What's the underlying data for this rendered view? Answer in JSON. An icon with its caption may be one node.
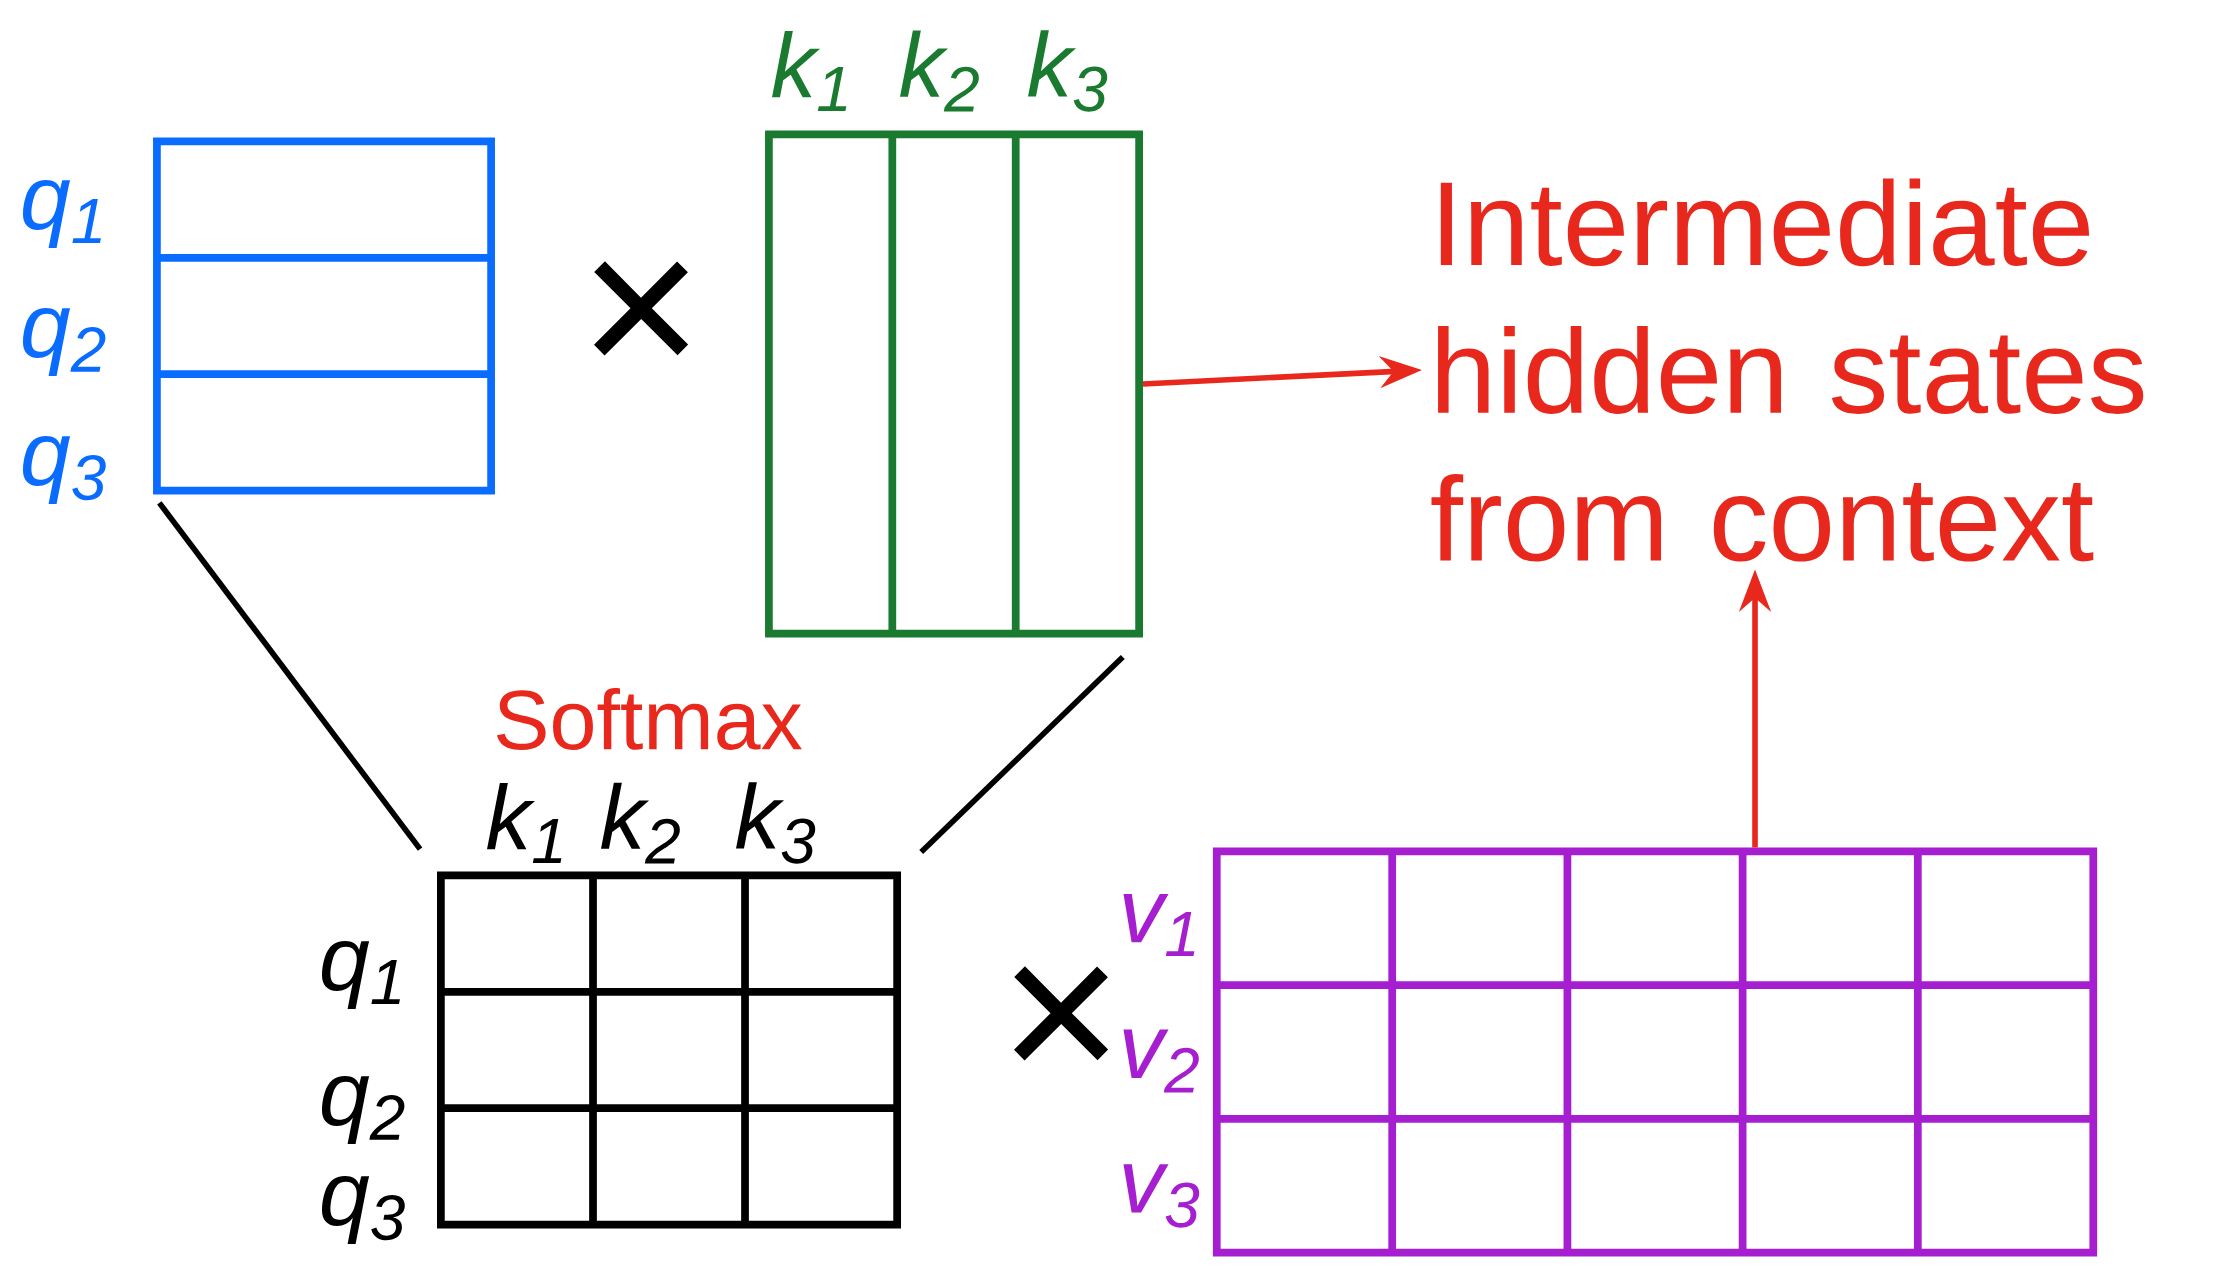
{
  "diagram": {
    "nodes": [
      {
        "text": [],
        "shape": "box",
        "beside": [
          "q$_{1}$",
          "q$_{2}$",
          "q$_{3}$"
        ]
      },
      {
        "text": [],
        "shape": "box",
        "beside": [
          "k$_{1}$",
          "k$_{2}$",
          "k$_{3}$"
        ]
      },
      {
        "text": [
          "Intermediate hidden states from context"
        ]
      },
      {
        "text": [],
        "shape": "box",
        "beside": [
          "Softmax",
          "k$_{1}$",
          "k$_{2}$",
          "k$_{3}$",
          "q$_{1}$",
          "q$_{2}$",
          "q$_{3}$"
        ]
      },
      {
        "text": [],
        "shape": "box",
        "beside": [
          "v$_{1}$",
          "v$_{2}$",
          "v$_{3}$"
        ]
      }
    ],
    "edges": [
      {
        "from": 1,
        "to": 2,
        "arrow": "to",
        "color": "#e8281c"
      },
      {
        "from": 4,
        "to": 2,
        "arrow": "to",
        "color": "#e8281c"
      },
      {
        "from": 0,
        "to": 3,
        "arrow": "none",
        "color": "#000000"
      },
      {
        "from": 1,
        "to": 3,
        "arrow": "none",
        "color": "#000000"
      }
    ],
    "labels": [
      "×",
      "×"
    ]
  }
}
